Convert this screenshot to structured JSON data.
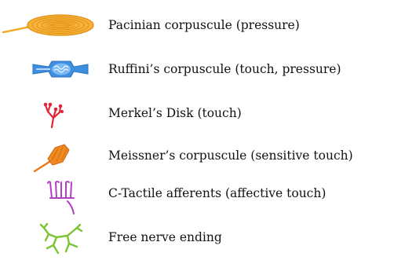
{
  "legend": {
    "items": [
      {
        "label": "Pacinian corpuscule (pressure)",
        "icon": "pacinian-corpuscle-icon",
        "color": "#f2a51f"
      },
      {
        "label": "Ruffini’s corpuscule (touch, pressure)",
        "icon": "ruffini-corpuscle-icon",
        "color": "#3f8fe0"
      },
      {
        "label": "Merkel’s Disk (touch)",
        "icon": "merkel-disk-icon",
        "color": "#e02638"
      },
      {
        "label": "Meissner’s corpuscule (sensitive touch)",
        "icon": "meissner-corpuscle-icon",
        "color": "#e87818"
      },
      {
        "label": "C-Tactile afferents (affective touch)",
        "icon": "c-tactile-afferent-icon",
        "color": "#b33fc6"
      },
      {
        "label": "Free nerve ending",
        "icon": "free-nerve-ending-icon",
        "color": "#7cc431"
      }
    ]
  }
}
